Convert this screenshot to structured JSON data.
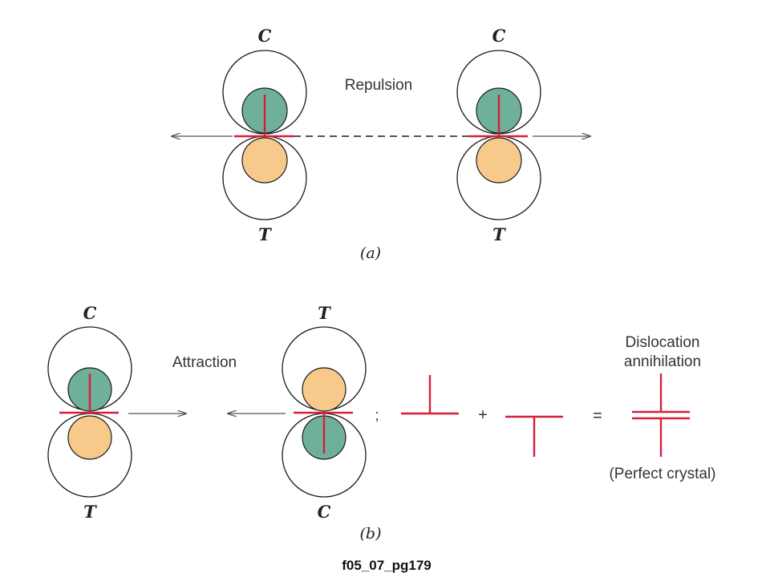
{
  "panel_a": {
    "annotation": "Repulsion",
    "left_top_label": "C",
    "left_bottom_label": "T",
    "right_top_label": "C",
    "right_bottom_label": "T",
    "caption": "(a)"
  },
  "panel_b": {
    "annotation": "Attraction",
    "left_top_label": "C",
    "left_bottom_label": "T",
    "right_top_label": "T",
    "right_bottom_label": "C",
    "caption": "(b)",
    "separator": ";",
    "plus": "+",
    "equals": "=",
    "result_title_line1": "Dislocation",
    "result_title_line2": "annihilation",
    "result_note": "(Perfect crystal)"
  },
  "footer": "f05_07_pg179",
  "colors": {
    "compression_atom": "#6fb09a",
    "tension_atom": "#f7c98a",
    "dislocation_line": "#d51f3a",
    "outline": "#1a1a1a"
  }
}
